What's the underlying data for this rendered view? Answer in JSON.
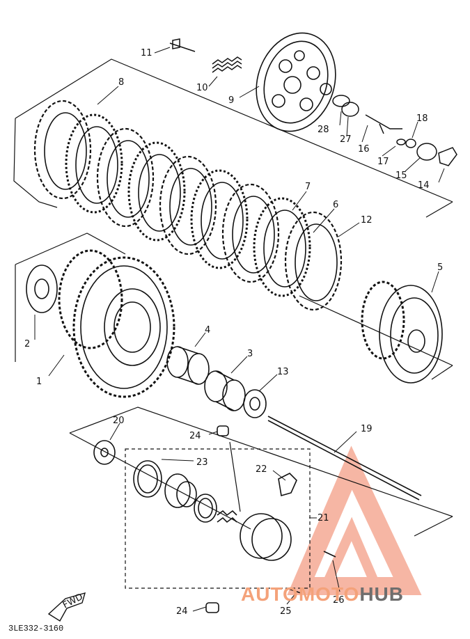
{
  "callouts": [
    {
      "id": "1",
      "label": "1"
    },
    {
      "id": "2",
      "label": "2"
    },
    {
      "id": "3",
      "label": "3"
    },
    {
      "id": "4",
      "label": "4"
    },
    {
      "id": "5",
      "label": "5"
    },
    {
      "id": "6",
      "label": "6"
    },
    {
      "id": "7",
      "label": "7"
    },
    {
      "id": "8",
      "label": "8"
    },
    {
      "id": "9",
      "label": "9"
    },
    {
      "id": "10",
      "label": "10"
    },
    {
      "id": "11",
      "label": "11"
    },
    {
      "id": "12",
      "label": "12"
    },
    {
      "id": "13",
      "label": "13"
    },
    {
      "id": "14",
      "label": "14"
    },
    {
      "id": "15",
      "label": "15"
    },
    {
      "id": "16",
      "label": "16"
    },
    {
      "id": "17",
      "label": "17"
    },
    {
      "id": "18",
      "label": "18"
    },
    {
      "id": "19",
      "label": "19"
    },
    {
      "id": "20",
      "label": "20"
    },
    {
      "id": "21",
      "label": "21"
    },
    {
      "id": "22",
      "label": "22"
    },
    {
      "id": "23",
      "label": "23"
    },
    {
      "id": "24a",
      "label": "24"
    },
    {
      "id": "24b",
      "label": "24"
    },
    {
      "id": "25",
      "label": "25"
    },
    {
      "id": "26",
      "label": "26"
    },
    {
      "id": "27",
      "label": "27"
    },
    {
      "id": "28",
      "label": "28"
    }
  ],
  "fwd_label": "FWD",
  "diagram_code": "3LE332-3160",
  "watermark": {
    "part1": "AUTO",
    "part2": "MOTO",
    "part3": "HUB"
  },
  "colors": {
    "ink": "#111111",
    "watermark_red": "#f08a6a",
    "watermark_gray": "#6e6e6e"
  }
}
